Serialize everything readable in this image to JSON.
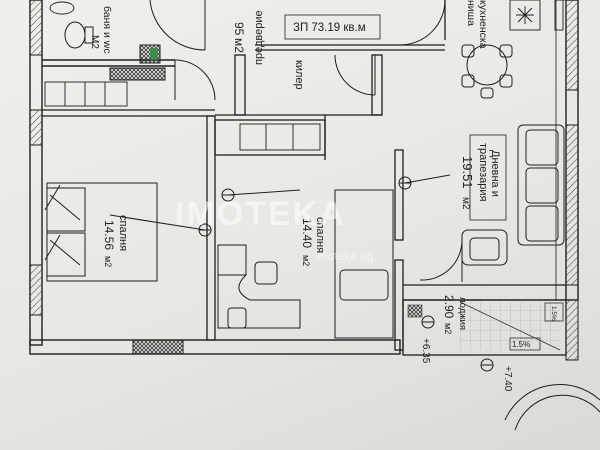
{
  "plan": {
    "area_total": "ЗП 73.19 кв.м",
    "wc_label": "баня и wc",
    "wc_area_sup": "М2",
    "corridor_label": "предверие",
    "corridor_area": "95",
    "corridor_unit": "м2",
    "storage_label": "килер",
    "kitchen_label_1": "кухненска",
    "kitchen_label_2": "ниша",
    "living_label_1": "Дневна и",
    "living_label_2": "трапезария",
    "living_area": "19.51",
    "living_unit": "м2",
    "bed1_label": "спалня",
    "bed1_area": "14.56",
    "bed1_unit": "м2",
    "bed2_label": "спалня",
    "bed2_area": "14.40",
    "bed2_unit": "м2",
    "loggia_label": "лоджия",
    "loggia_area": "2.90",
    "loggia_unit": "м2",
    "loggia_slope": "1.5%",
    "loggia_slope_small": "1.5%",
    "level_1": "+6.35",
    "level_2": "+7.40",
    "watermark_logo": "IMOTEKA",
    "watermark_url": "imoteka.bg"
  },
  "colors": {
    "line": "#1e1e1e",
    "hatch": "#6a6a6a",
    "wall_fill": "#f3f3f0",
    "green_mark": "#2f8a3a"
  }
}
